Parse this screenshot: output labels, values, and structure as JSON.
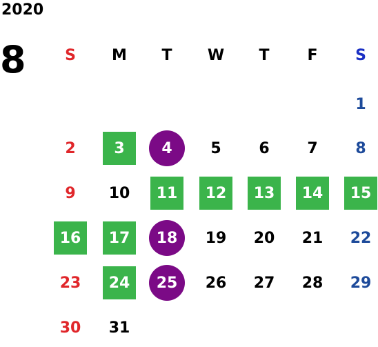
{
  "year": "2020",
  "month": "8",
  "weekdays": [
    "S",
    "M",
    "T",
    "W",
    "T",
    "F",
    "S"
  ],
  "weeks": [
    [
      "",
      "",
      "",
      "",
      "",
      "",
      "1"
    ],
    [
      "2",
      "3",
      "4",
      "5",
      "6",
      "7",
      "8"
    ],
    [
      "9",
      "10",
      "11",
      "12",
      "13",
      "14",
      "15"
    ],
    [
      "16",
      "17",
      "18",
      "19",
      "20",
      "21",
      "22"
    ],
    [
      "23",
      "24",
      "25",
      "26",
      "27",
      "28",
      "29"
    ],
    [
      "30",
      "31",
      "",
      "",
      "",
      "",
      ""
    ]
  ],
  "green_days": [
    "3",
    "11",
    "12",
    "13",
    "14",
    "15",
    "16",
    "17",
    "24"
  ],
  "purple_days": [
    "4",
    "18",
    "25"
  ],
  "colors": {
    "sunday": "#e0262a",
    "saturday_header": "#1a2fc4",
    "saturday": "#1d4a9a",
    "green": "#3bb44b",
    "purple": "#7b0a86"
  }
}
